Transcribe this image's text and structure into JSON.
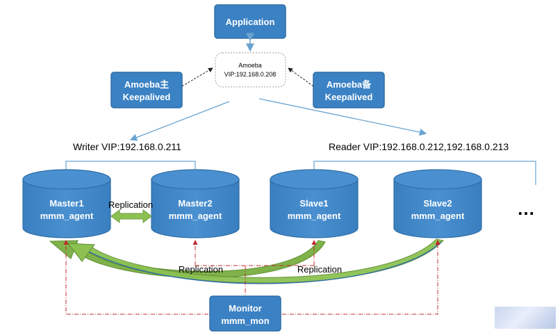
{
  "diagram": {
    "application": "Application",
    "proxy": {
      "line1": "Amoeba",
      "line2": "VIP:192.168.0.208"
    },
    "amoeba_primary": {
      "line1": "Amoeba主",
      "line2": "Keepalived"
    },
    "amoeba_backup": {
      "line1": "Amoeba备",
      "line2": "Keepalived"
    },
    "writer_vip": "Writer VIP:192.168.0.211",
    "reader_vip": "Reader VIP:192.168.0.212,192.168.0.213",
    "databases": [
      {
        "name": "Master1",
        "agent": "mmm_agent"
      },
      {
        "name": "Master2",
        "agent": "mmm_agent"
      },
      {
        "name": "Slave1",
        "agent": "mmm_agent"
      },
      {
        "name": "Slave2",
        "agent": "mmm_agent"
      }
    ],
    "more": "…",
    "replication_master": "Replication",
    "replication_left": "Replication",
    "replication_right": "Replication",
    "monitor": {
      "line1": "Monitor",
      "line2": "mmm_mon"
    },
    "colors": {
      "box_fill": "#3b82c4",
      "box_stroke": "#2f6da6",
      "link_blue": "#6aa3d0",
      "arrow_green": "#7fb24a",
      "dash_red": "#c0282a"
    }
  }
}
